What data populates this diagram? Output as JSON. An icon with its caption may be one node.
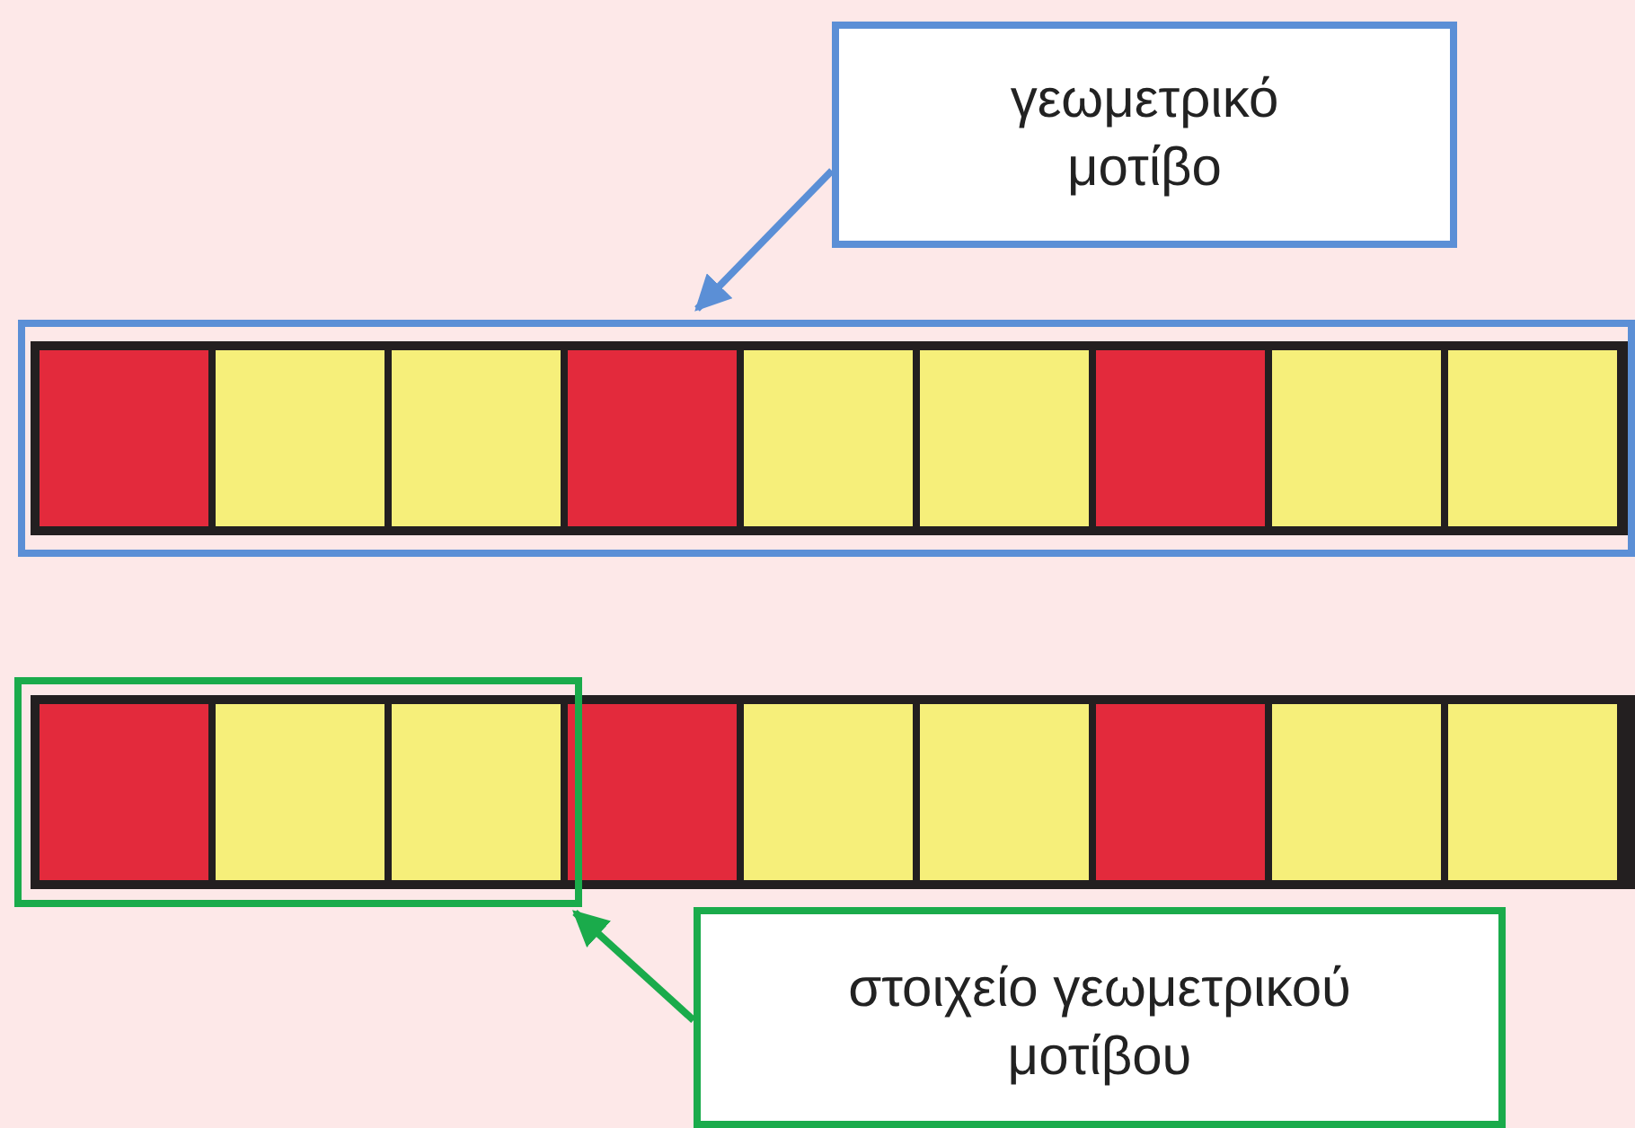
{
  "diagram": {
    "nodes": [
      {
        "text": [
          "γεωμετρικό μοτίβο"
        ]
      },
      {
        "text": [],
        "shape": "box"
      },
      {
        "text": [],
        "shape": "box"
      },
      {
        "text": [
          "στοιχείο γεωμετρικού μοτίβου"
        ]
      }
    ],
    "edges": [
      {
        "from": 0,
        "to": 1,
        "arrow": "to",
        "color": "#5b8fd6"
      },
      {
        "from": 3,
        "to": 2,
        "arrow": "to",
        "color": "#1aab4b"
      }
    ]
  }
}
